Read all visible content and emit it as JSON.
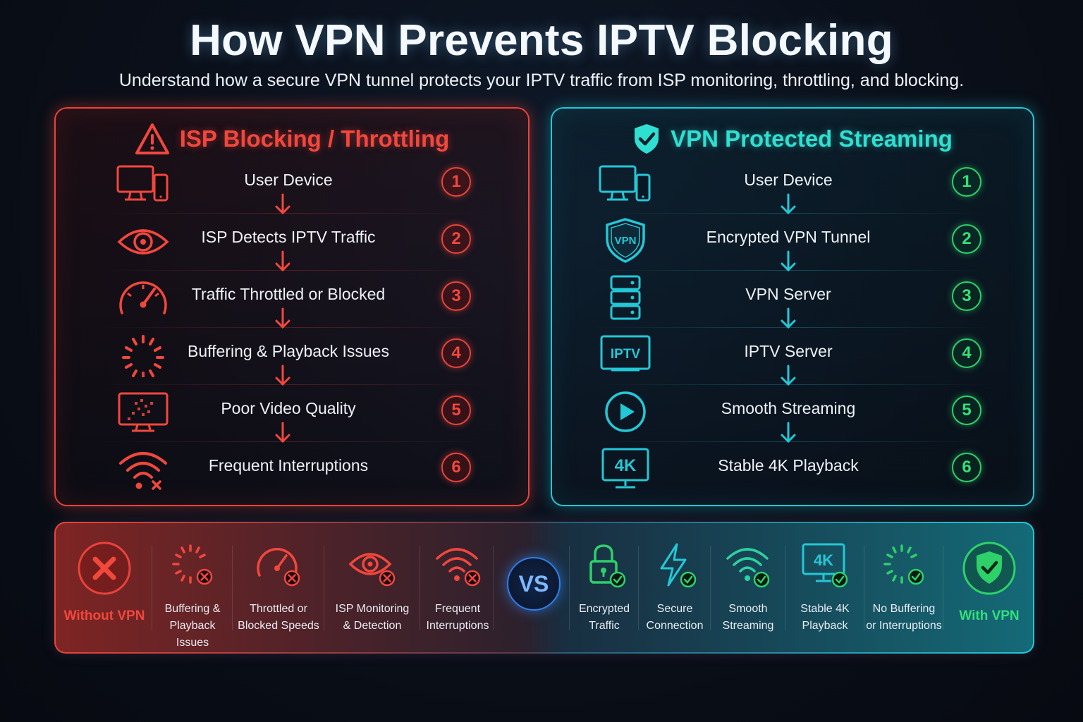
{
  "title": "How VPN Prevents IPTV Blocking",
  "subtitle": "Understand how a secure VPN tunnel protects your IPTV traffic from ISP monitoring, throttling, and blocking.",
  "colors": {
    "red": "#e8433a",
    "cyan": "#24c7d6",
    "green": "#2ed06a",
    "blue": "#2f7fe8"
  },
  "left_panel": {
    "heading": "ISP Blocking / Throttling",
    "steps": [
      {
        "num": "1",
        "label": "User Device",
        "icon": "devices-icon"
      },
      {
        "num": "2",
        "label": "ISP Detects IPTV Traffic",
        "icon": "eye-icon"
      },
      {
        "num": "3",
        "label": "Traffic Throttled or Blocked",
        "icon": "speedometer-icon"
      },
      {
        "num": "4",
        "label": "Buffering & Playback Issues",
        "icon": "buffering-icon"
      },
      {
        "num": "5",
        "label": "Poor Video Quality",
        "icon": "pixelated-monitor-icon"
      },
      {
        "num": "6",
        "label": "Frequent Interruptions",
        "icon": "wifi-error-icon"
      }
    ]
  },
  "right_panel": {
    "heading": "VPN Protected Streaming",
    "steps": [
      {
        "num": "1",
        "label": "User Device",
        "icon": "devices-icon"
      },
      {
        "num": "2",
        "label": "Encrypted VPN Tunnel",
        "icon": "vpn-shield-icon",
        "icon_text": "VPN"
      },
      {
        "num": "3",
        "label": "VPN Server",
        "icon": "server-icon"
      },
      {
        "num": "4",
        "label": "IPTV Server",
        "icon": "iptv-tv-icon",
        "icon_text": "IPTV"
      },
      {
        "num": "5",
        "label": "Smooth Streaming",
        "icon": "play-icon"
      },
      {
        "num": "6",
        "label": "Stable 4K Playback",
        "icon": "4k-monitor-icon",
        "icon_text": "4K"
      }
    ]
  },
  "comparison": {
    "without_label": "Without VPN",
    "with_label": "With VPN",
    "vs_label": "VS",
    "without_items": [
      {
        "label": "Buffering &\nPlayback Issues",
        "icon": "buffering-x-icon"
      },
      {
        "label": "Throttled or\nBlocked Speeds",
        "icon": "speedometer-x-icon"
      },
      {
        "label": "ISP Monitoring\n& Detection",
        "icon": "eye-x-icon"
      },
      {
        "label": "Frequent\nInterruptions",
        "icon": "wifi-x-icon"
      }
    ],
    "with_items": [
      {
        "label": "Encrypted\nTraffic",
        "icon": "lock-check-icon"
      },
      {
        "label": "Secure\nConnection",
        "icon": "bolt-check-icon"
      },
      {
        "label": "Smooth\nStreaming",
        "icon": "wifi-check-icon"
      },
      {
        "label": "Stable 4K\nPlayback",
        "icon": "4k-check-icon",
        "icon_text": "4K"
      },
      {
        "label": "No Buffering\nor Interruptions",
        "icon": "buffering-check-icon"
      }
    ]
  }
}
